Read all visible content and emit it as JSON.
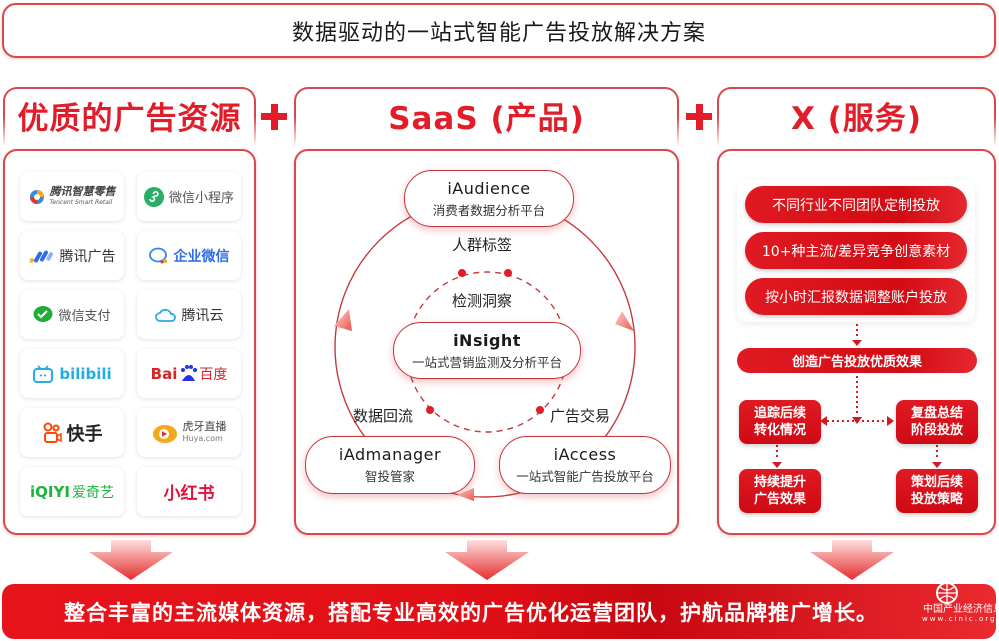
{
  "header": {
    "title": "数据驱动的一站式智能广告投放解决方案"
  },
  "columns": {
    "resources": {
      "title": "优质的广告资源",
      "logos": [
        {
          "name": "腾讯智慧零售",
          "sub": "Tencent Smart Retail",
          "icon": "tencent-smart-retail-logo"
        },
        {
          "name": "微信小程序",
          "icon": "wechat-mini-program-logo"
        },
        {
          "name": "腾讯广告",
          "icon": "tencent-ads-logo"
        },
        {
          "name": "企业微信",
          "icon": "wecom-logo"
        },
        {
          "name": "微信支付",
          "icon": "wechat-pay-logo"
        },
        {
          "name": "腾讯云",
          "icon": "tencent-cloud-logo"
        },
        {
          "name": "bilibili",
          "icon": "bilibili-logo"
        },
        {
          "name": "Bai",
          "name2": "百度",
          "icon": "baidu-logo"
        },
        {
          "name": "快手",
          "icon": "kuaishou-logo"
        },
        {
          "name": "虎牙直播",
          "sub": "Huya.com",
          "icon": "huya-logo"
        },
        {
          "name": "iQIYI",
          "name2": "爱奇艺",
          "icon": "iqiyi-logo"
        },
        {
          "name": "小红书",
          "icon": "xiaohongshu-logo"
        }
      ]
    },
    "saas": {
      "title": "SaaS (产品)",
      "nodes": {
        "audience": {
          "name": "iAudience",
          "desc": "消费者数据分析平台"
        },
        "insight": {
          "name": "iNsight",
          "desc": "一站式营销监测及分析平台"
        },
        "admanager": {
          "name": "iAdmanager",
          "desc": "智投管家"
        },
        "access": {
          "name": "iAccess",
          "desc": "一站式智能广告投放平台"
        }
      },
      "labels": {
        "crowd": "人群标签",
        "monitor": "检测洞察",
        "backflow": "数据回流",
        "trade": "广告交易"
      }
    },
    "service": {
      "title": "X (服务)",
      "items": [
        "不同行业不同团队定制投放",
        "10+种主流/差异竞争创意素材",
        "按小时汇报数据调整账户投放"
      ],
      "result": "创造广告投放优质效果",
      "steps": {
        "track": [
          "追踪后续",
          "转化情况"
        ],
        "review": [
          "复盘总结",
          "阶段投放"
        ],
        "improve": [
          "持续提升",
          "广告效果"
        ],
        "plan": [
          "策划后续",
          "投放策略"
        ]
      }
    }
  },
  "footer": {
    "slogan": "整合丰富的主流媒体资源，搭配专业高效的广告优化运营团队，护航品牌推广增长。",
    "watermark_name": "中国产业经济信息网",
    "watermark_url": "www.cinic.org.cn"
  },
  "colors": {
    "brand_red": "#e21d2a",
    "border_red": "#d9484c"
  }
}
